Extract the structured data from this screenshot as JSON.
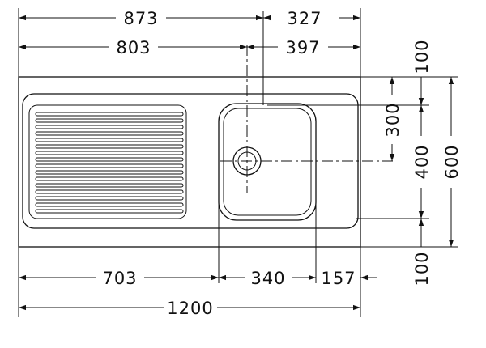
{
  "dimensions": {
    "top_row1_left": "873",
    "top_row1_right": "327",
    "top_row2_left": "803",
    "top_row2_right": "397",
    "bottom_left": "703",
    "bottom_mid": "340",
    "bottom_right": "157",
    "bottom_total": "1200",
    "right_top_offset": "100",
    "right_bowl_to_drain": "300",
    "right_bowl_depth": "400",
    "right_total_depth": "600",
    "right_bottom_offset": "100"
  },
  "colors": {
    "line": "#111111",
    "background": "#ffffff"
  }
}
